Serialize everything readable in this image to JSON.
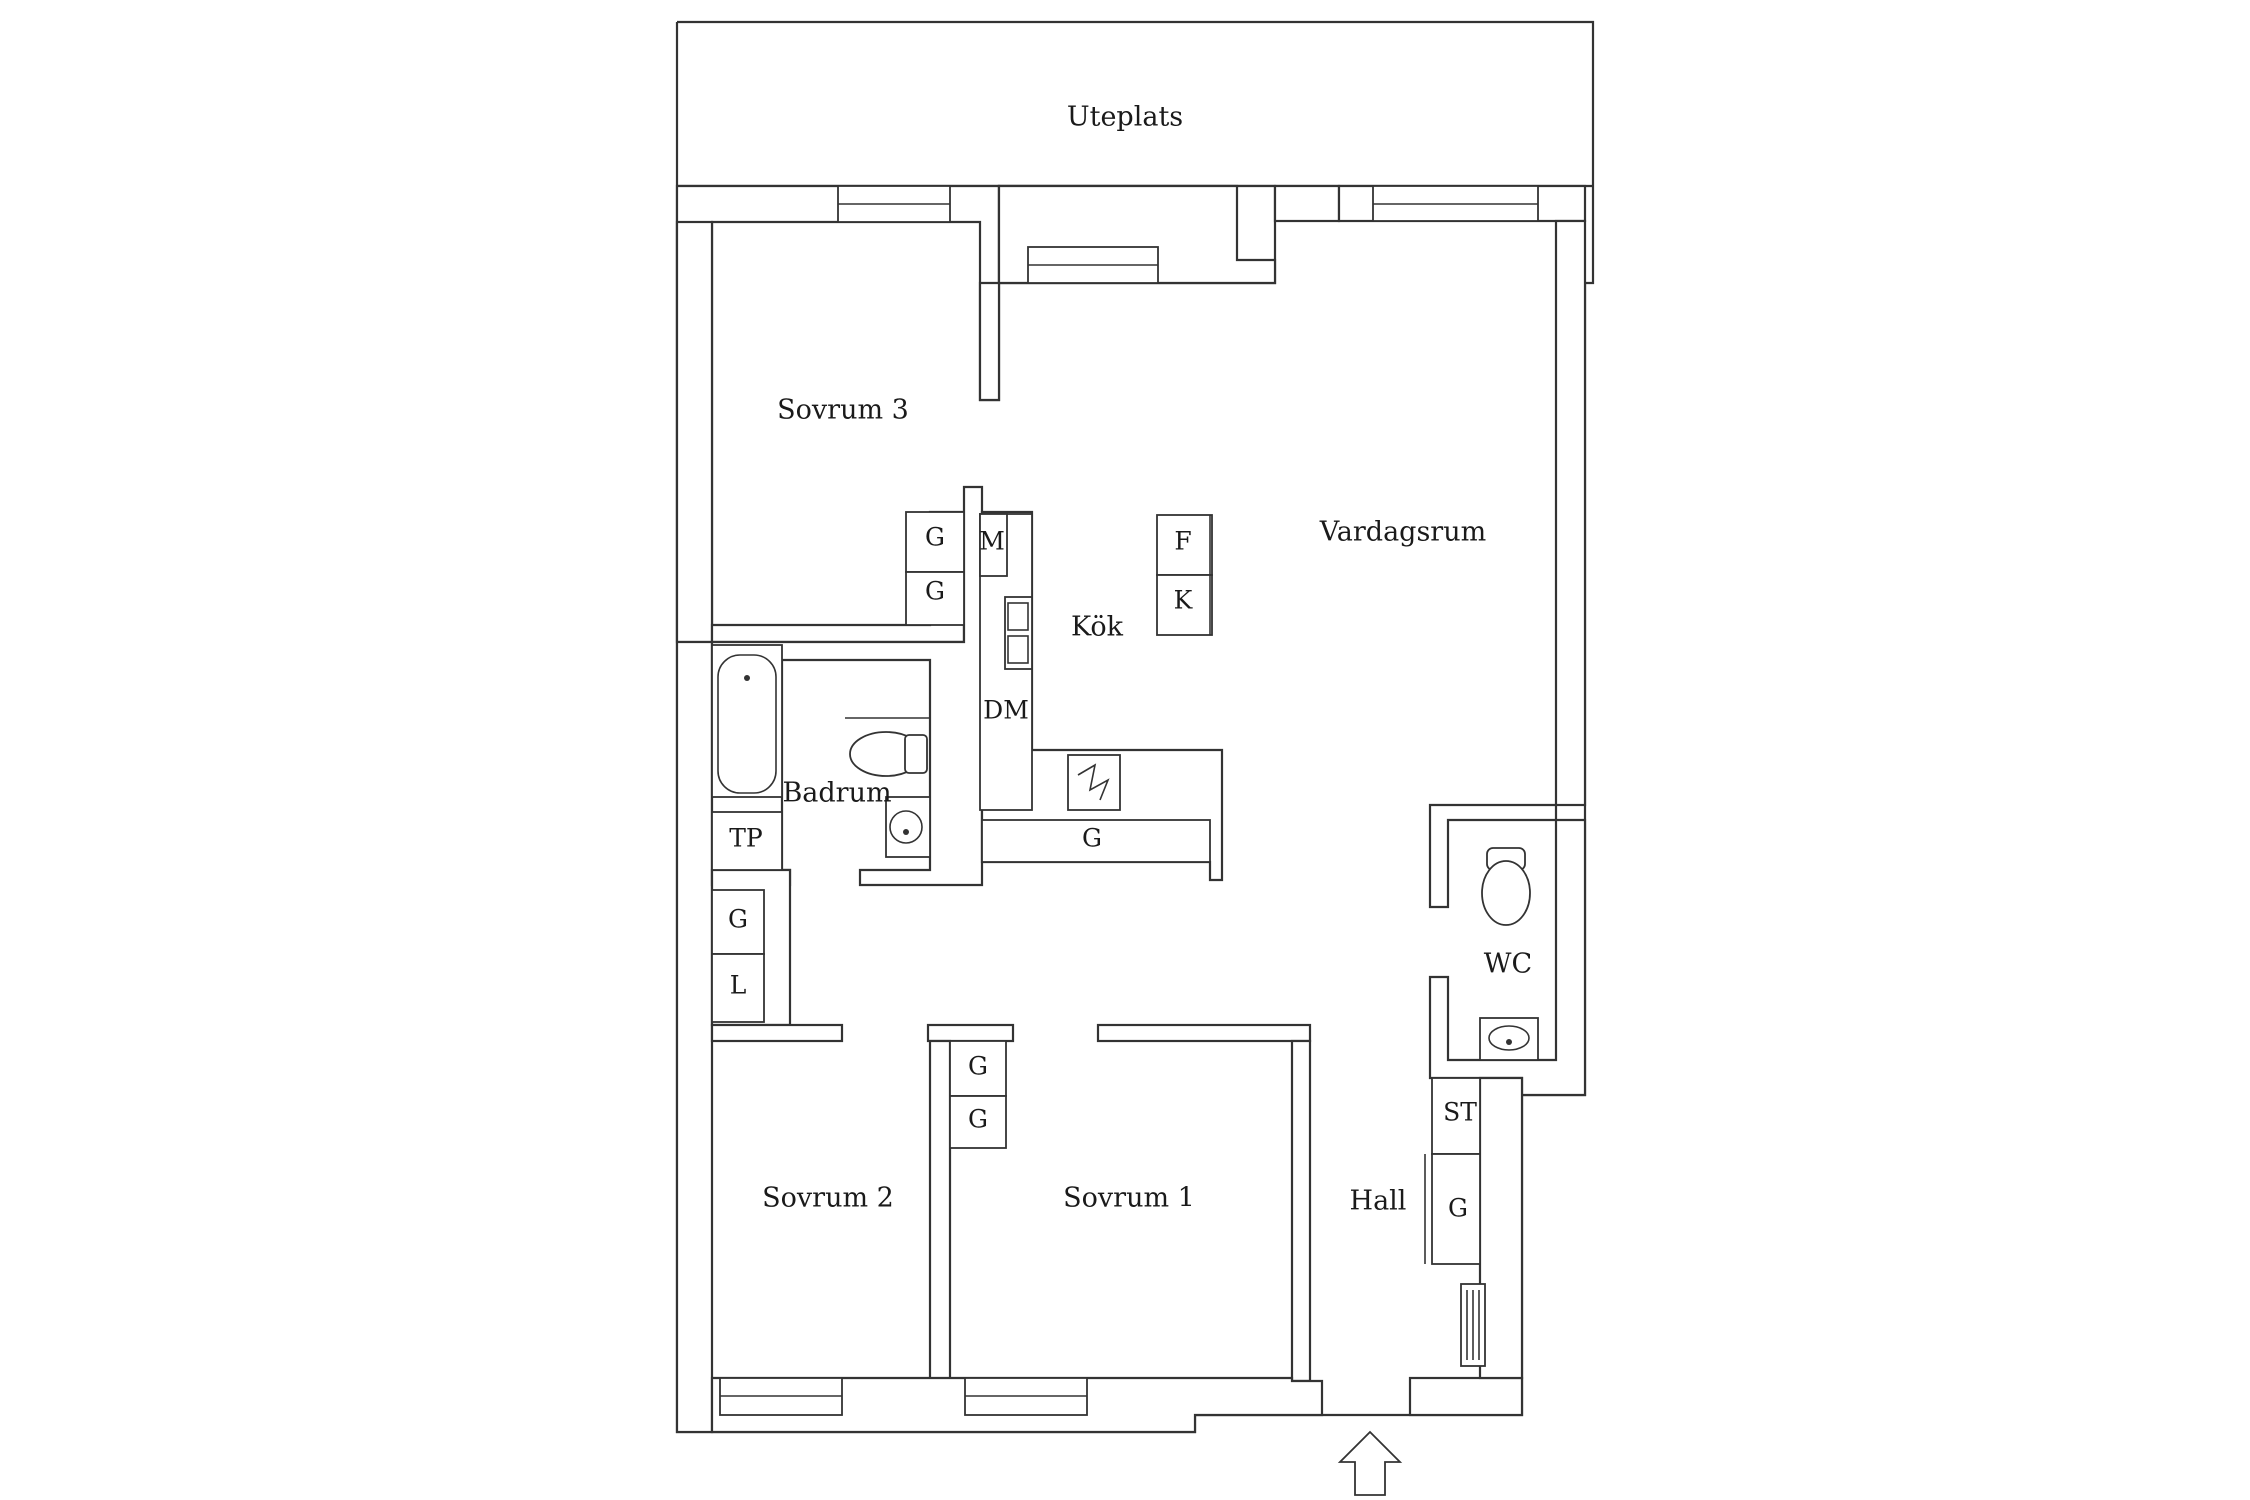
{
  "rooms": {
    "patio": "Uteplats",
    "bedroom3": "Sovrum 3",
    "living": "Vardagsrum",
    "kitchen": "Kök",
    "bathroom": "Badrum",
    "wc": "WC",
    "bedroom2": "Sovrum 2",
    "bedroom1": "Sovrum 1",
    "hall": "Hall"
  },
  "fixtures": {
    "wardrobe": "G",
    "microwave": "M",
    "dishwasher": "DM",
    "fridge": "F",
    "freezer": "K",
    "dryer": "TP",
    "linen": "L",
    "storage": "ST"
  },
  "colors": {
    "line": "#333333",
    "background": "#ffffff"
  }
}
